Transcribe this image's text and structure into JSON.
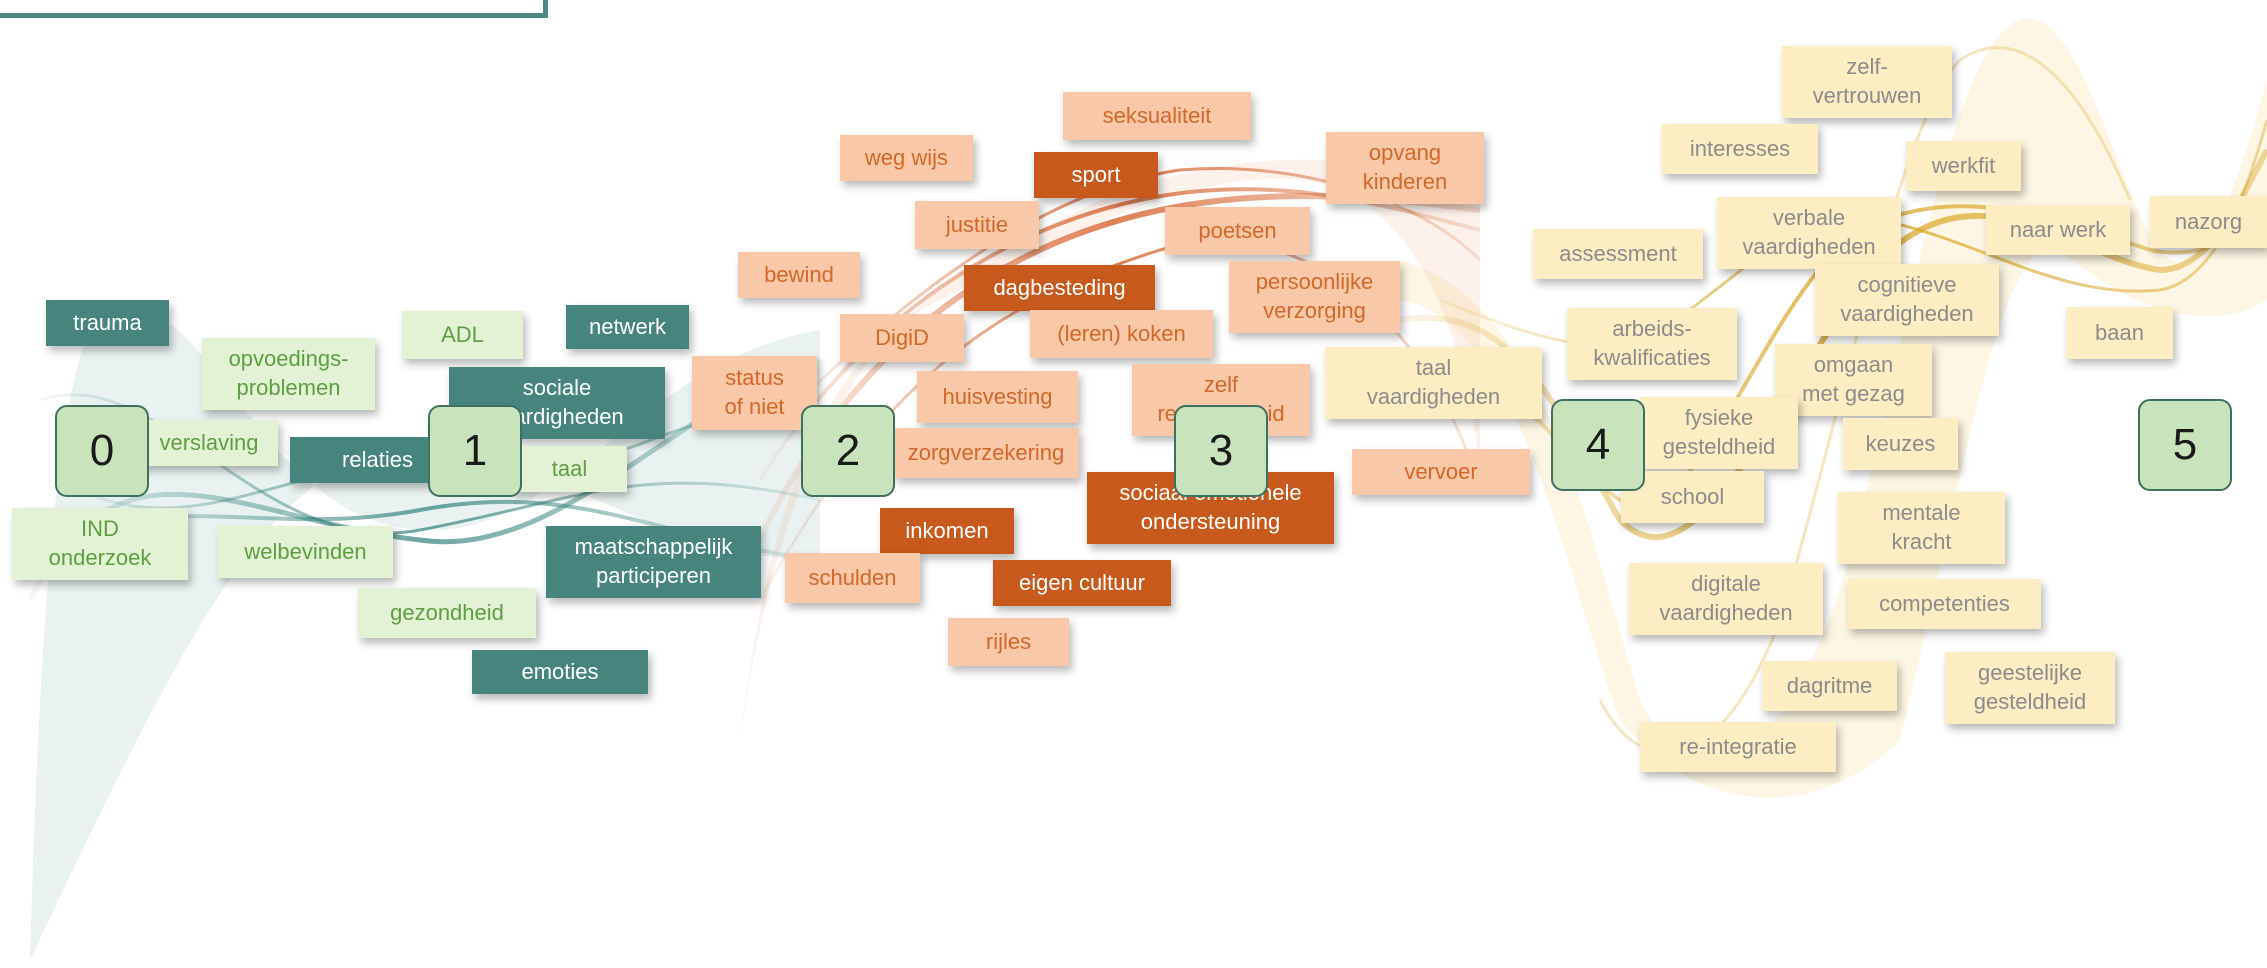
{
  "nodes": [
    "0",
    "1",
    "2",
    "3",
    "4",
    "5"
  ],
  "labels": {
    "trauma": "trauma",
    "opvoedingsproblemen": "opvoedings-\nproblemen",
    "adl": "ADL",
    "netwerk": "netwerk",
    "sociale_vaardigheden": "sociale\nvaardigheden",
    "verslaving": "verslaving",
    "relaties": "relaties",
    "taal_1": "taal",
    "ind_onderzoek": "IND\nonderzoek",
    "welbevinden": "welbevinden",
    "maatschappelijk_participeren": "maatschappelijk\nparticiperen",
    "gezondheid": "gezondheid",
    "emoties": "emoties",
    "seksualiteit": "seksualiteit",
    "weg_wijs": "weg wijs",
    "sport": "sport",
    "opvang_kinderen": "opvang\nkinderen",
    "justitie": "justitie",
    "poetsen": "poetsen",
    "bewind": "bewind",
    "dagbesteding": "dagbesteding",
    "persoonlijke_verzorging": "persoonlijke\nverzorging",
    "digid": "DigiD",
    "leren_koken": "(leren) koken",
    "status_of_niet": "status\nof niet",
    "huisvesting": "huisvesting",
    "zelf_redzaamheid": "zelf\nredzaamheid",
    "zorgverzekering": "zorgverzekering",
    "sociaal_emotionele_ondersteuning": "sociaal emotionele\nondersteuning",
    "vervoer": "vervoer",
    "inkomen": "inkomen",
    "schulden": "schulden",
    "eigen_cultuur": "eigen cultuur",
    "rijles": "rijles",
    "zelfvertrouwen": "zelf-\nvertrouwen",
    "interesses": "interesses",
    "werkfit": "werkfit",
    "verbale_vaardigheden": "verbale\nvaardigheden",
    "naar_werk": "naar werk",
    "nazorg": "nazorg",
    "assessment": "assessment",
    "cognitieve_vaardigheden": "cognitieve\nvaardigheden",
    "arbeidskwalificaties": "arbeids-\nkwalificaties",
    "taal_vaardigheden": "taal\nvaardigheden",
    "omgaan_met_gezag": "omgaan\nmet gezag",
    "baan": "baan",
    "fysieke_gesteldheid": "fysieke\ngesteldheid",
    "keuzes": "keuzes",
    "school": "school",
    "mentale_kracht": "mentale\nkracht",
    "digitale_vaardigheden": "digitale\nvaardigheden",
    "competenties": "competenties",
    "dagritme": "dagritme",
    "geestelijke_gesteldheid": "geestelijke\ngesteldheid",
    "re_integratie": "re-integratie"
  },
  "colors": {
    "teal": "#46847d",
    "green_light": "#e3f1d4",
    "orange_light": "#f8c8a8",
    "orange_dark": "#c6591b",
    "yellow_light": "#fdedc2",
    "node_fill": "#c9e3bc"
  }
}
